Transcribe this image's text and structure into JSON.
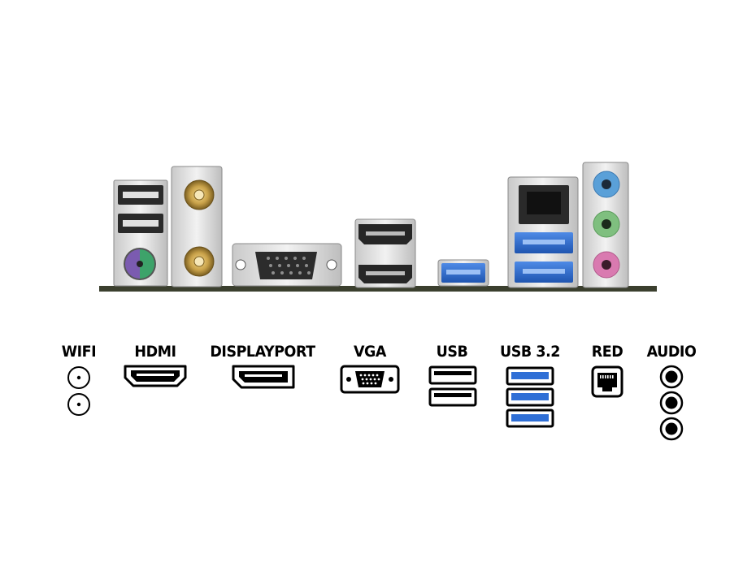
{
  "labels": {
    "wifi": "WIFI",
    "hdmi": "HDMI",
    "displayport": "DISPLAYPORT",
    "vga": "VGA",
    "usb": "USB",
    "usb32": "USB 3.2",
    "red": "RED",
    "audio": "AUDIO"
  },
  "icon_counts": {
    "wifi": 2,
    "hdmi": 1,
    "displayport": 1,
    "vga": 1,
    "usb": 2,
    "usb32": 3,
    "red": 1,
    "audio": 3
  },
  "colors": {
    "board": "#3b3f2e",
    "shield": "#d8d8d8",
    "usb3_blue": "#2f6fd6",
    "audio_blue": "#5aa0d8",
    "audio_green": "#7fbf7f",
    "audio_pink": "#d97ab0",
    "ps2_purple": "#7b5bb0",
    "ps2_green": "#3da36a",
    "antenna_gold": "#c9a24a"
  }
}
